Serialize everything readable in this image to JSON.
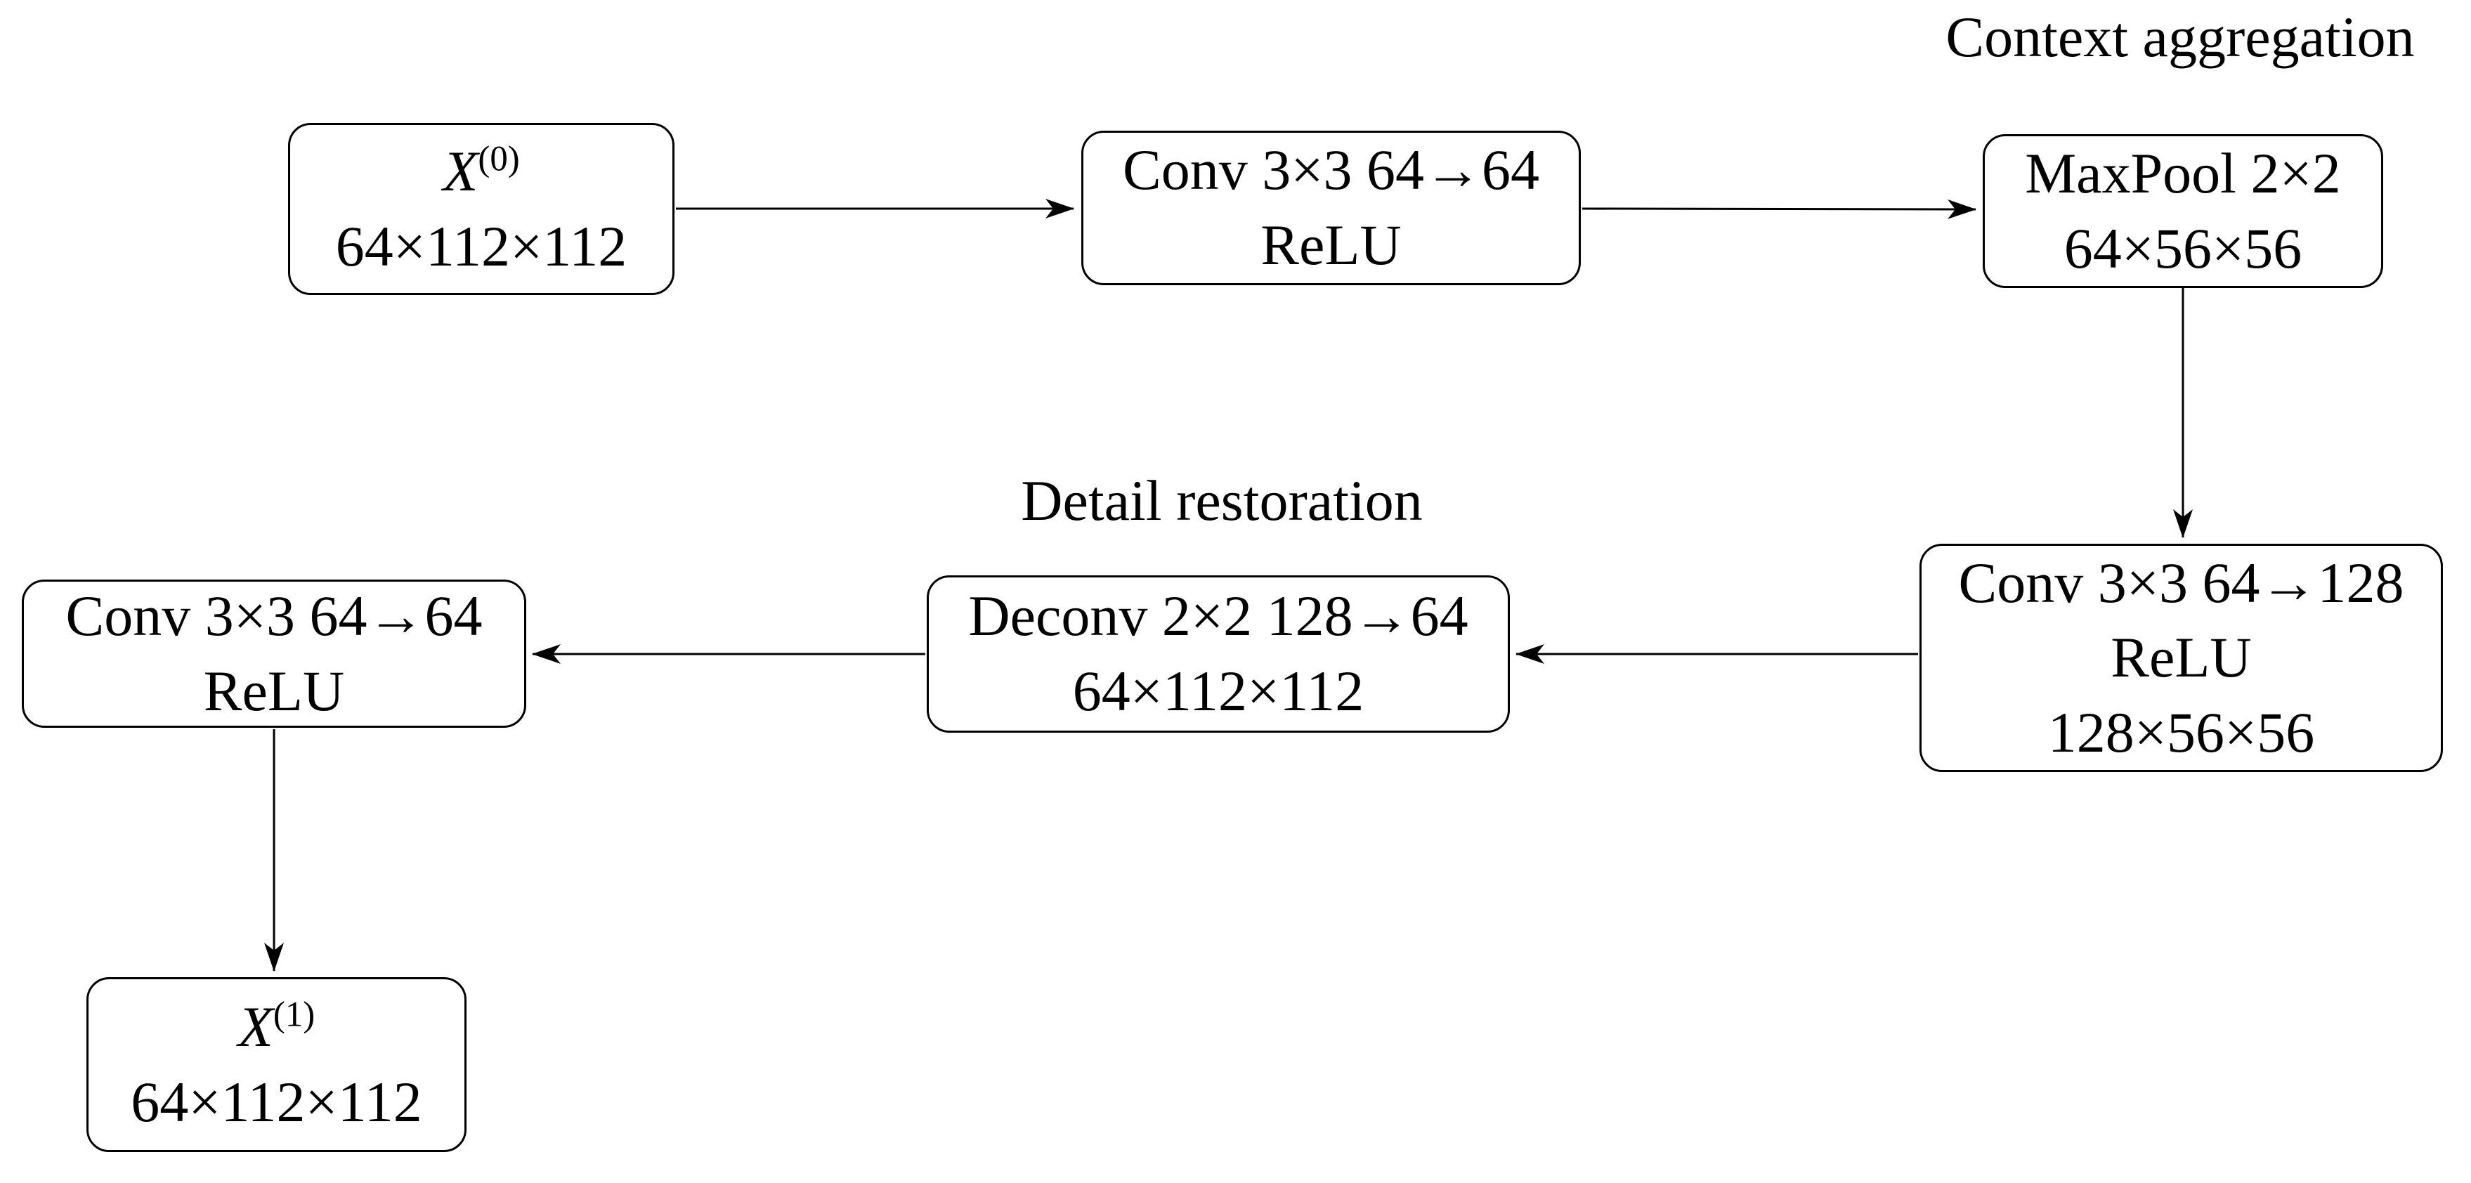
{
  "diagram": {
    "title_labels": {
      "context": "Context aggregation",
      "detail": "Detail restoration"
    },
    "nodes": {
      "x0": {
        "var": "X",
        "sup": "(0)",
        "dims": "64×112×112"
      },
      "conv1": {
        "line1": "Conv 3×3 64→64",
        "line2": "ReLU"
      },
      "maxpool": {
        "line1": "MaxPool 2×2",
        "line2": "64×56×56"
      },
      "conv2": {
        "line1": "Conv 3×3 64→128",
        "line2": "ReLU",
        "line3": "128×56×56"
      },
      "deconv": {
        "line1": "Deconv 2×2 128→64",
        "line2": "64×112×112"
      },
      "conv3": {
        "line1": "Conv 3×3 64→64",
        "line2": "ReLU"
      },
      "x1": {
        "var": "X",
        "sup": "(1)",
        "dims": "64×112×112"
      }
    },
    "edges": [
      {
        "from": "x0",
        "to": "conv1"
      },
      {
        "from": "conv1",
        "to": "maxpool"
      },
      {
        "from": "maxpool",
        "to": "conv2"
      },
      {
        "from": "conv2",
        "to": "deconv"
      },
      {
        "from": "deconv",
        "to": "conv3"
      },
      {
        "from": "conv3",
        "to": "x1"
      }
    ],
    "colors": {
      "stroke": "#000000",
      "node_fill": "#ffffff",
      "text": "#000000",
      "background": "#ffffff"
    }
  }
}
